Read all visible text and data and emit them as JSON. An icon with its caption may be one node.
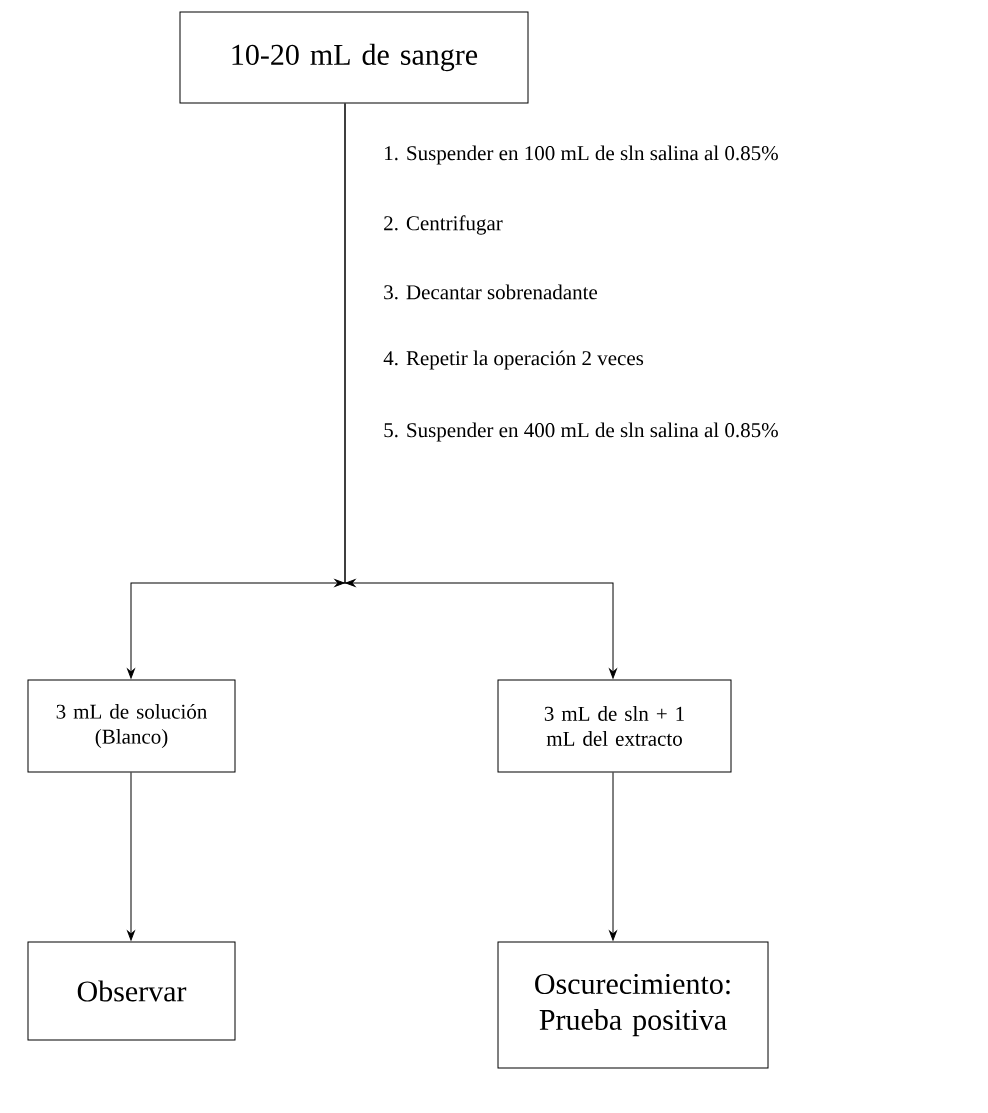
{
  "diagram": {
    "nodes": [
      {
        "text": [
          "10-20 mL de sangre"
        ]
      },
      {
        "text": [
          "3 mL de solución (Blanco)"
        ]
      },
      {
        "text": [
          "3 mL de sln + 1 mL del extracto"
        ]
      },
      {
        "text": [
          "Observar"
        ]
      },
      {
        "text": [
          "Oscurecimiento: Prueba positiva"
        ]
      }
    ],
    "edges": [
      {
        "from": 0,
        "to": 1,
        "arrow": "to"
      },
      {
        "from": 0,
        "to": 2,
        "arrow": "to"
      },
      {
        "from": 1,
        "to": 3,
        "arrow": "to"
      },
      {
        "from": 2,
        "to": 4,
        "arrow": "to"
      }
    ],
    "labels": [
      "1. Suspender en 100 mL de sln salina al 0.85%",
      "2. Centrifugar",
      "3. Decantar sobrenadante",
      "4. Repetir la operación 2 veces",
      "5. Suspender en 400 mL de sln salina al 0.85%"
    ]
  }
}
